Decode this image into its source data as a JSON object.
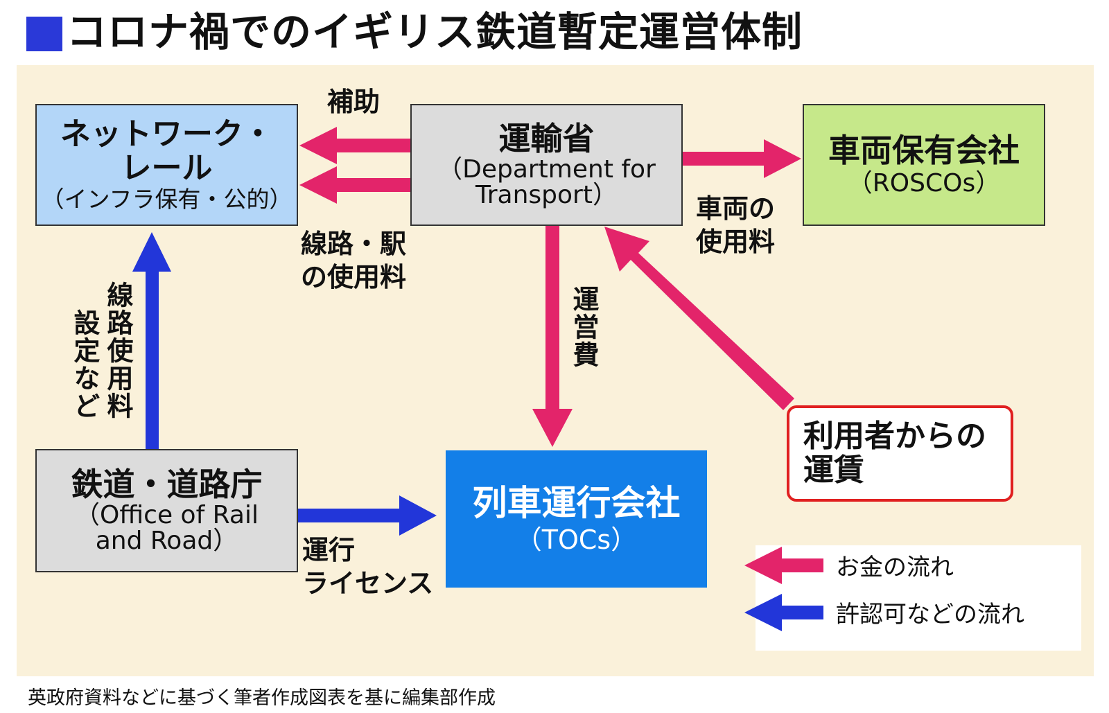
{
  "title": "コロナ禍でのイギリス鉄道暫定運営体制",
  "nodes": {
    "network_rail": {
      "name_line1": "ネットワーク・",
      "name_line2": "レール",
      "sub": "（インフラ保有・公的）"
    },
    "dft": {
      "name": "運輸省",
      "sub_line1": "（Department for",
      "sub_line2": "Transport）"
    },
    "roscos": {
      "name": "車両保有会社",
      "sub": "（ROSCOs）"
    },
    "orr": {
      "name": "鉄道・道路庁",
      "sub_line1": "（Office of Rail",
      "sub_line2": "and Road）"
    },
    "tocs": {
      "name": "列車運行会社",
      "sub": "（TOCs）"
    },
    "passenger_fares": {
      "line1": "利用者からの",
      "line2": "運賃"
    }
  },
  "edge_labels": {
    "subsidy": "補助",
    "track_station_fees_line1": "線路・駅",
    "track_station_fees_line2": "の使用料",
    "rolling_stock_fees_line1": "車両の",
    "rolling_stock_fees_line2": "使用料",
    "operating_costs": "運営費",
    "track_access_line1": "線路使用料",
    "track_access_line2": "設定など",
    "operating_license_line1": "運行",
    "operating_license_line2": "ライセンス"
  },
  "legend": {
    "money_flow": "お金の流れ",
    "approval_flow": "許認可などの流れ"
  },
  "credit": "英政府資料などに基づく筆者作成図表を基に編集部作成",
  "colors": {
    "money_arrow": "#e3246a",
    "approval_arrow": "#2236d9",
    "network_rail_fill": "#b3d6f8",
    "gray_fill": "#dcdcdc",
    "roscos_fill": "#c6e88a",
    "tocs_fill": "#137fe8",
    "fares_border": "#e02020",
    "background_panel": "#faf1da"
  }
}
